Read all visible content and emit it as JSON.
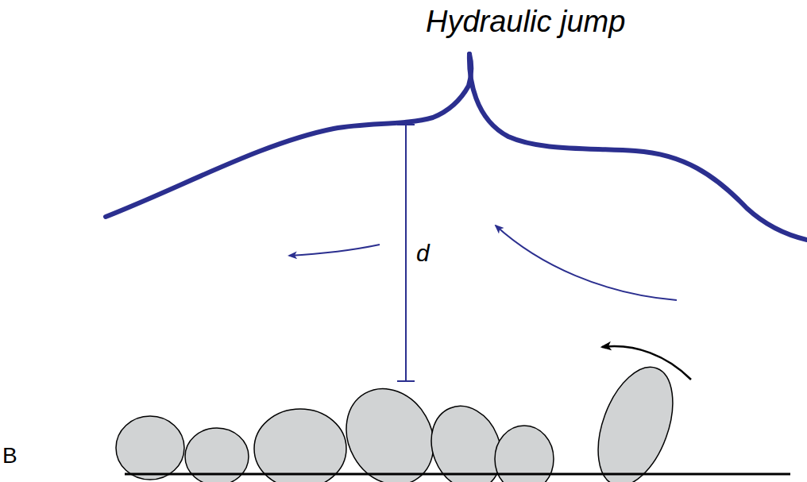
{
  "diagram": {
    "labels": [
      "Hydraulic jump",
      "d",
      "B"
    ]
  }
}
